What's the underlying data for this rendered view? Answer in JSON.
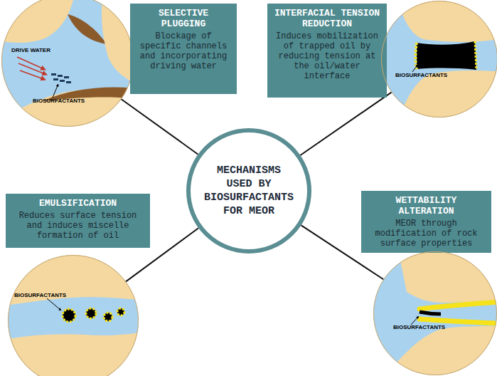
{
  "diagram": {
    "nodes": [
      {
        "text": [
          "DRIVE WATER",
          "BIOSURFACTANTS"
        ]
      },
      {
        "text": [
          "SELECTIVE PLUGGING",
          "Blockage of specific channels and incorporating driving water"
        ]
      },
      {
        "text": [
          "INTERFACIAL TENSION REDUCTION",
          "Induces mobilization of trapped oil by reducing tension at the oil/water interface"
        ]
      },
      {
        "text": [
          "BIOSURFACTANTS"
        ]
      },
      {
        "text": [
          "MECHANISMS USED BY BIOSURFACTANTS FOR MEOR"
        ]
      },
      {
        "text": [
          "EMULSIFICATION",
          "Reduces surface tension and induces miscelle formation of oil"
        ]
      },
      {
        "text": [
          "WETTABILITY ALTERATION",
          "MEOR through modification of rock surface properties"
        ]
      },
      {
        "text": [
          "BIOSURFACTANTS"
        ]
      },
      {
        "text": [
          "BIOSURFACTANTS"
        ]
      }
    ],
    "edges": [
      {
        "from": 4,
        "to": 0,
        "arrow": "none"
      },
      {
        "from": 4,
        "to": 3,
        "arrow": "none"
      },
      {
        "from": 4,
        "to": 7,
        "arrow": "none"
      },
      {
        "from": 4,
        "to": 8,
        "arrow": "none"
      }
    ]
  }
}
